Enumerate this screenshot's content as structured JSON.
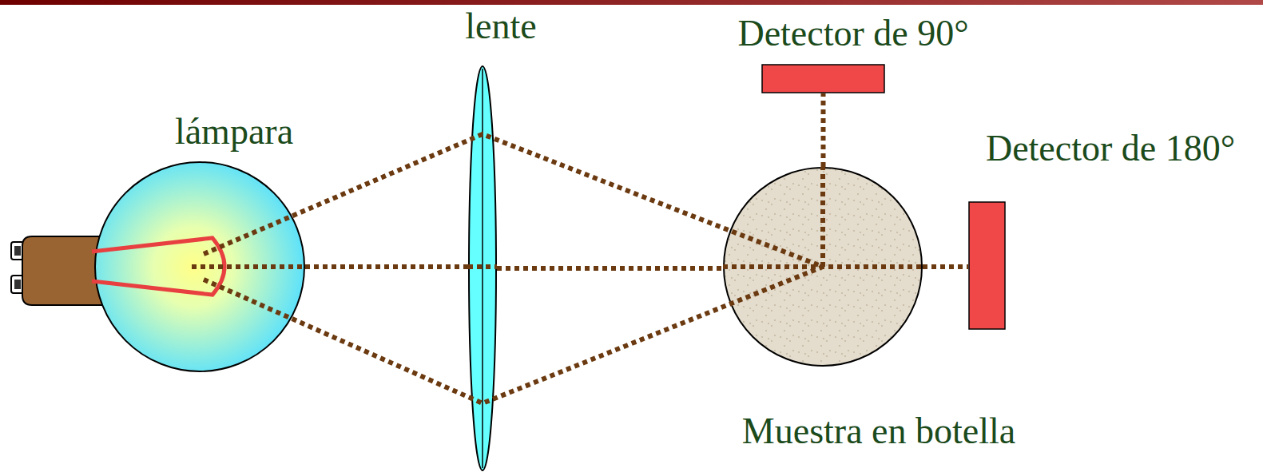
{
  "diagram": {
    "nodes": [
      {
        "text": [
          "lámpara"
        ]
      },
      {
        "text": [
          "lente"
        ]
      },
      {
        "text": [
          "Detector de 90°"
        ]
      },
      {
        "text": [
          "Detector de 180°"
        ]
      },
      {
        "text": [
          "Muestra en botella"
        ]
      }
    ],
    "edges": [
      {
        "from": 0,
        "to": 1,
        "arrow": "none"
      },
      {
        "from": 1,
        "to": 4,
        "arrow": "none"
      },
      {
        "from": 4,
        "to": 2,
        "arrow": "none"
      },
      {
        "from": 4,
        "to": 3,
        "arrow": "none"
      }
    ]
  }
}
